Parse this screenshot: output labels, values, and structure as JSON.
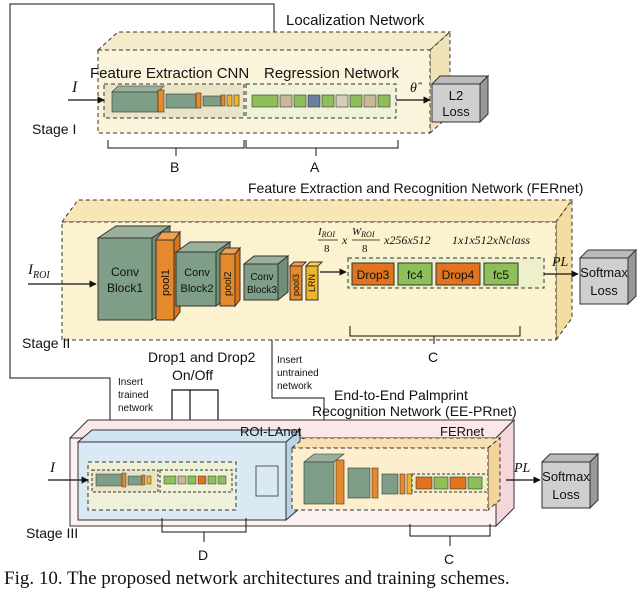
{
  "stage1": {
    "title": "Localization Network",
    "feature_cnn": "Feature Extraction CNN",
    "regression": "Regression Network",
    "input": "I",
    "theta": "θ̂",
    "loss_line1": "L2",
    "loss_line2": "Loss",
    "stage": "Stage I",
    "brace_b": "B",
    "brace_a": "A"
  },
  "stage2": {
    "title": "Feature Extraction and Recognition Network (FERnet)",
    "input": "I",
    "input_sub": "ROI",
    "conv1_line1": "Conv",
    "conv1_line2": "Block1",
    "pool1": "pool1",
    "conv2_line1": "Conv",
    "conv2_line2": "Block2",
    "pool2": "pool2",
    "conv3_line1": "Conv",
    "conv3_line2": "Block3",
    "pool3": "pool3",
    "lrn": "LRN",
    "drop3": "Drop3",
    "fc4": "fc4",
    "drop4": "Drop4",
    "fc5": "fc5",
    "dim_left": "x256x512",
    "dim_right": "1x1x512xNclass",
    "frac1_num": "I",
    "frac1_num_sub": "ROI",
    "frac1_den": "8",
    "frac_x": "x",
    "frac2_num": "W",
    "frac2_num_sub": "ROI",
    "frac2_den": "8",
    "pl": "PL",
    "loss_line1": "Softmax",
    "loss_line2": "Loss",
    "stage": "Stage II",
    "brace_c": "C"
  },
  "stage3": {
    "insert_trained_1": "Insert",
    "insert_trained_2": "trained",
    "insert_trained_3": "network",
    "drop_line1": "Drop1 and Drop2",
    "drop_line2": "On/Off",
    "insert_untrained_1": "Insert",
    "insert_untrained_2": "untrained",
    "insert_untrained_3": "network",
    "title_line1": "End-to-End Palmprint",
    "title_line2": "Recognition Network (EE-PRnet)",
    "roi_lanet": "ROI-LAnet",
    "fernet": "FERnet",
    "input": "I",
    "pl": "PL",
    "loss_line1": "Softmax",
    "loss_line2": "Loss",
    "stage": "Stage III",
    "brace_d": "D",
    "brace_c": "C"
  },
  "caption": "Fig. 10. The proposed network architectures and training schemes."
}
